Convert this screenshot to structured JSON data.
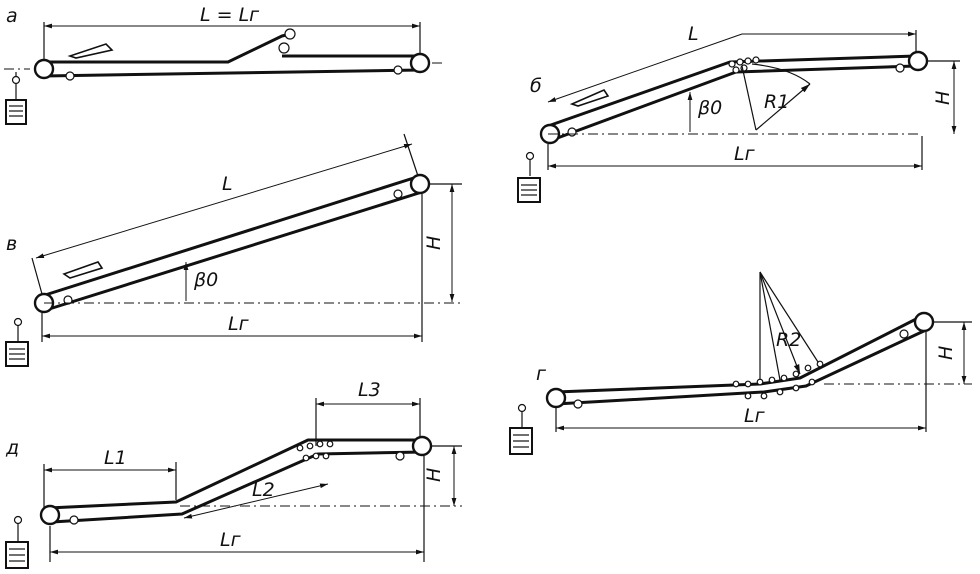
{
  "panels": {
    "a": {
      "letter": "а",
      "dim_L": "L = Lг"
    },
    "b": {
      "letter": "б",
      "dim_L": "L",
      "dim_Lg": "Lг",
      "dim_H": "H",
      "angle": "β0",
      "radius": "R1"
    },
    "v": {
      "letter": "в",
      "dim_L": "L",
      "dim_Lg": "Lг",
      "dim_H": "H",
      "angle": "β0"
    },
    "g": {
      "letter": "г",
      "dim_Lg": "Lг",
      "dim_H": "H",
      "radius": "R2"
    },
    "d": {
      "letter": "д",
      "dim_L1": "L1",
      "dim_L2": "L2",
      "dim_L3": "L3",
      "dim_Lg": "Lг",
      "dim_H": "H"
    }
  }
}
